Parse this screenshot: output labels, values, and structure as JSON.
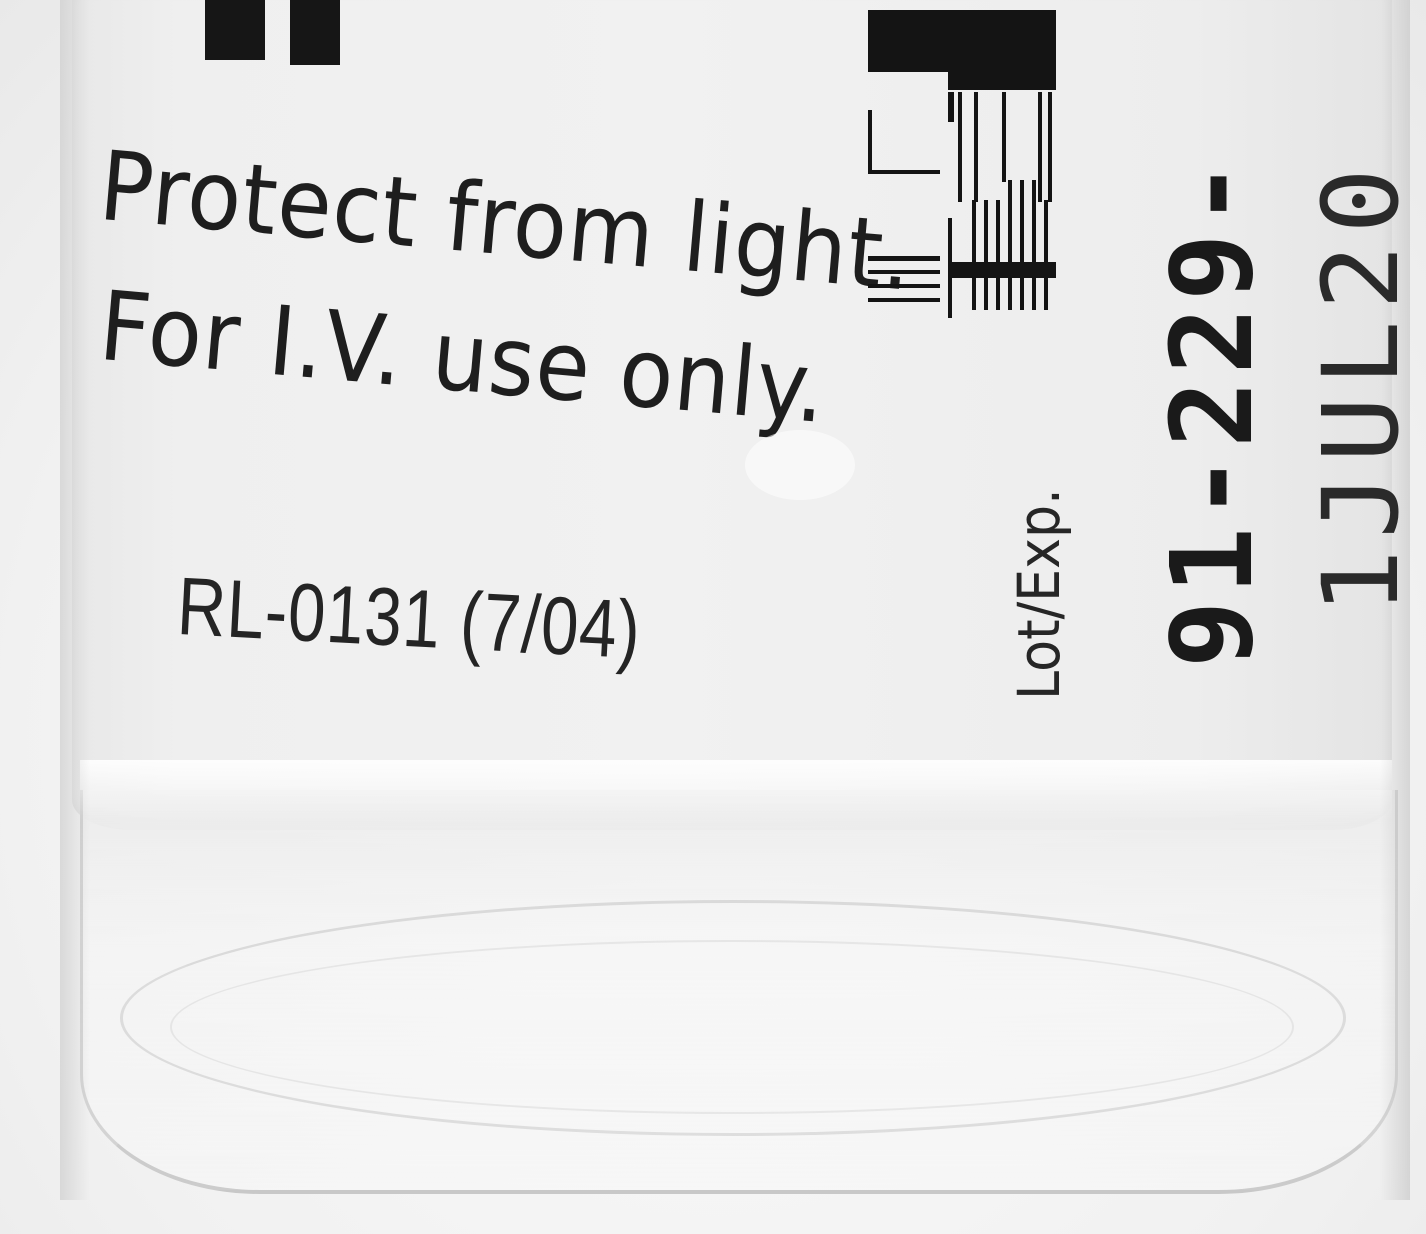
{
  "label": {
    "warning_line_1": "Protect from light.",
    "warning_line_2": "For I.V. use only.",
    "form_code": "RL-0131 (7/04)",
    "lot_exp_caption": "Lot/Exp.",
    "lot_number": "91-229-",
    "expiry_date": "1JUL20"
  },
  "icons": {
    "barcode": "barcode-icon",
    "header_glyph": "partial-letter-glyph"
  },
  "colors": {
    "label_paper": "#efefef",
    "ink": "#1e1e1e",
    "background": "#f5f5f5",
    "glass": "#e8e8e8"
  }
}
